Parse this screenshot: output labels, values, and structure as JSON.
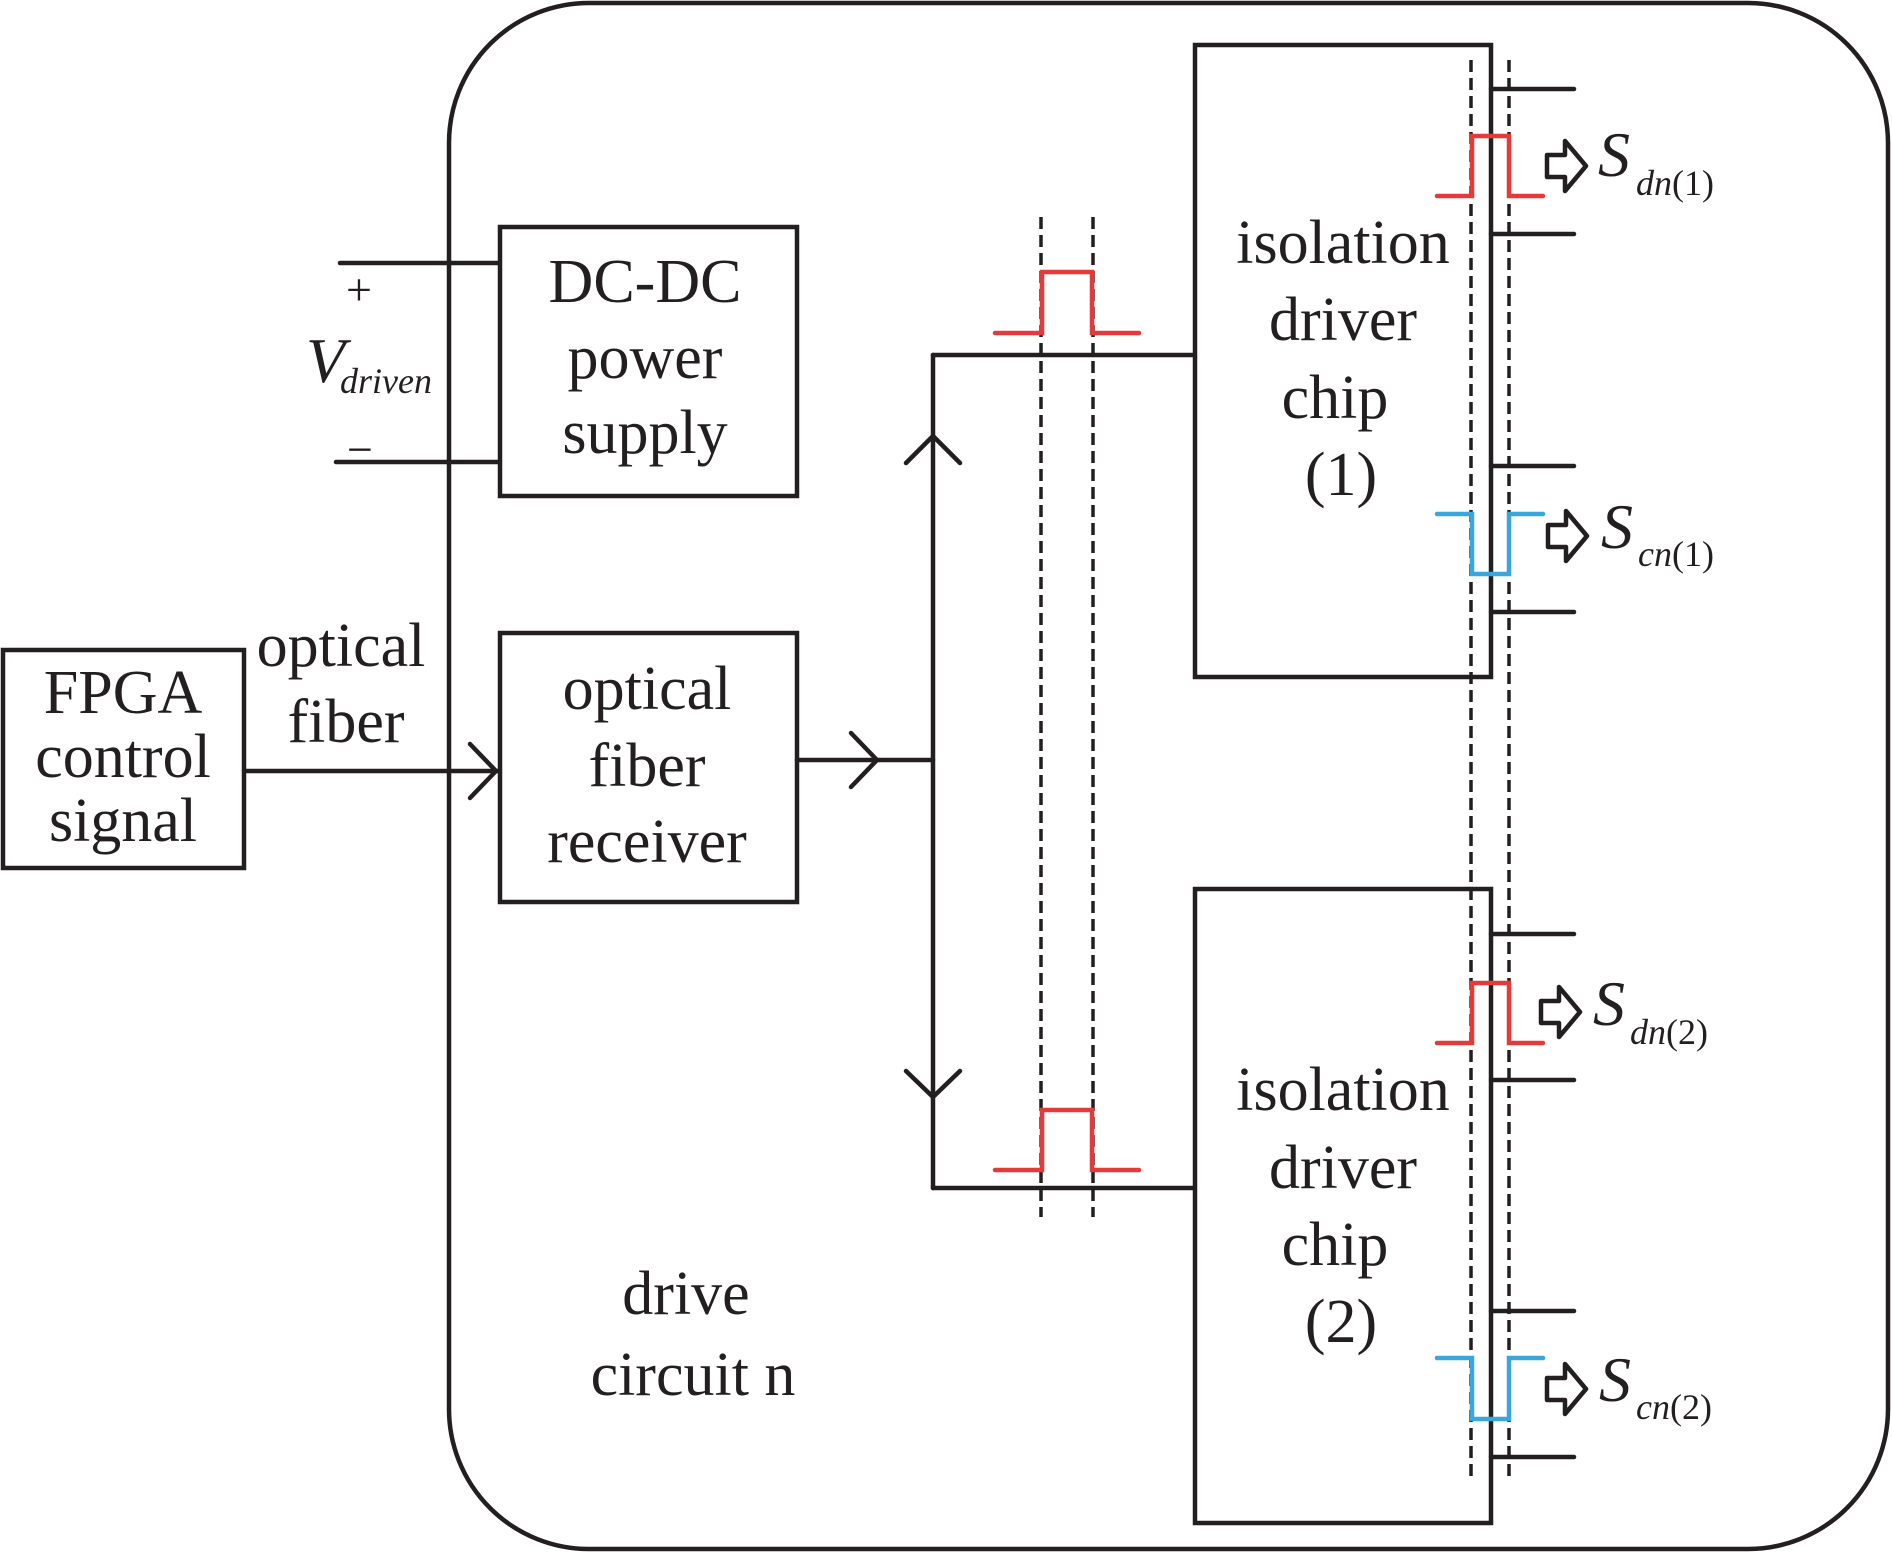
{
  "diagram": {
    "title": "drive circuit n",
    "container_label": [
      "drive",
      "circuit n"
    ],
    "colors": {
      "line": "#231f20",
      "pulse_drive": "#e53a3a",
      "pulse_complement": "#3aa7dc"
    },
    "fpga": {
      "lines": [
        "FPGA",
        "control",
        "signal"
      ]
    },
    "optical_fiber_label": [
      "optical",
      "fiber"
    ],
    "power": {
      "plus": "+",
      "minus": "−",
      "symbol": "V",
      "subscript": "driven"
    },
    "dcdc": {
      "lines": [
        "DC-DC",
        "power",
        "supply"
      ]
    },
    "receiver": {
      "lines": [
        "optical",
        "fiber",
        "receiver"
      ]
    },
    "chips": [
      {
        "lines": [
          "isolation",
          "driver",
          "chip",
          "(1)"
        ]
      },
      {
        "lines": [
          "isolation",
          "driver",
          "chip",
          "(2)"
        ]
      }
    ],
    "outputs": [
      {
        "symbol": "S",
        "sub_italic": "dn",
        "sub_paren": "(1)",
        "pulse": "positive"
      },
      {
        "symbol": "S",
        "sub_italic": "cn",
        "sub_paren": "(1)",
        "pulse": "negative"
      },
      {
        "symbol": "S",
        "sub_italic": "dn",
        "sub_paren": "(2)",
        "pulse": "positive"
      },
      {
        "symbol": "S",
        "sub_italic": "cn",
        "sub_paren": "(2)",
        "pulse": "negative"
      }
    ]
  }
}
